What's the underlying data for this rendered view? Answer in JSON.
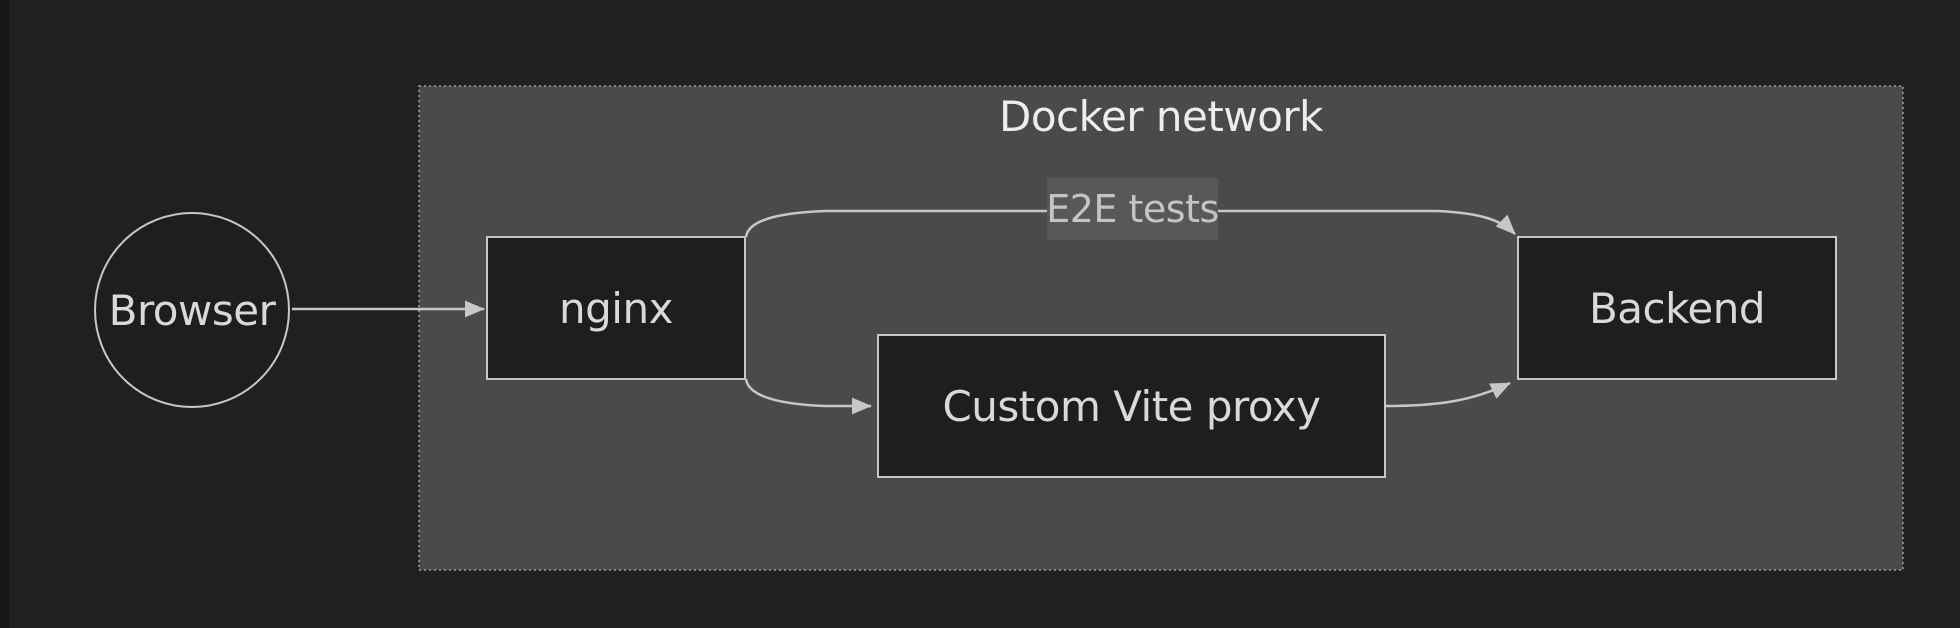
{
  "diagram": {
    "type": "flowchart",
    "cluster": {
      "title": "Docker network"
    },
    "nodes": {
      "browser": {
        "label": "Browser",
        "shape": "circle"
      },
      "nginx": {
        "label": "nginx",
        "shape": "rect"
      },
      "proxy": {
        "label": "Custom Vite proxy",
        "shape": "rect"
      },
      "backend": {
        "label": "Backend",
        "shape": "rect"
      }
    },
    "edges": [
      {
        "from": "browser",
        "to": "nginx",
        "label": ""
      },
      {
        "from": "nginx",
        "to": "backend",
        "label": "E2E tests"
      },
      {
        "from": "nginx",
        "to": "proxy",
        "label": ""
      },
      {
        "from": "proxy",
        "to": "backend",
        "label": ""
      }
    ],
    "colors": {
      "page_bg": "#202020",
      "window_strip": "#161616",
      "cluster_fill": "#4a4a4a",
      "cluster_border": "#9a9a9a",
      "node_fill": "#1e1e1e",
      "node_border": "#c7c7c7",
      "edge_stroke": "#c7c7c7",
      "node_text": "#d9d9d9",
      "title_text": "#ededed",
      "edge_label_bg": "#585858",
      "edge_label_text": "#c4c4c4"
    }
  }
}
